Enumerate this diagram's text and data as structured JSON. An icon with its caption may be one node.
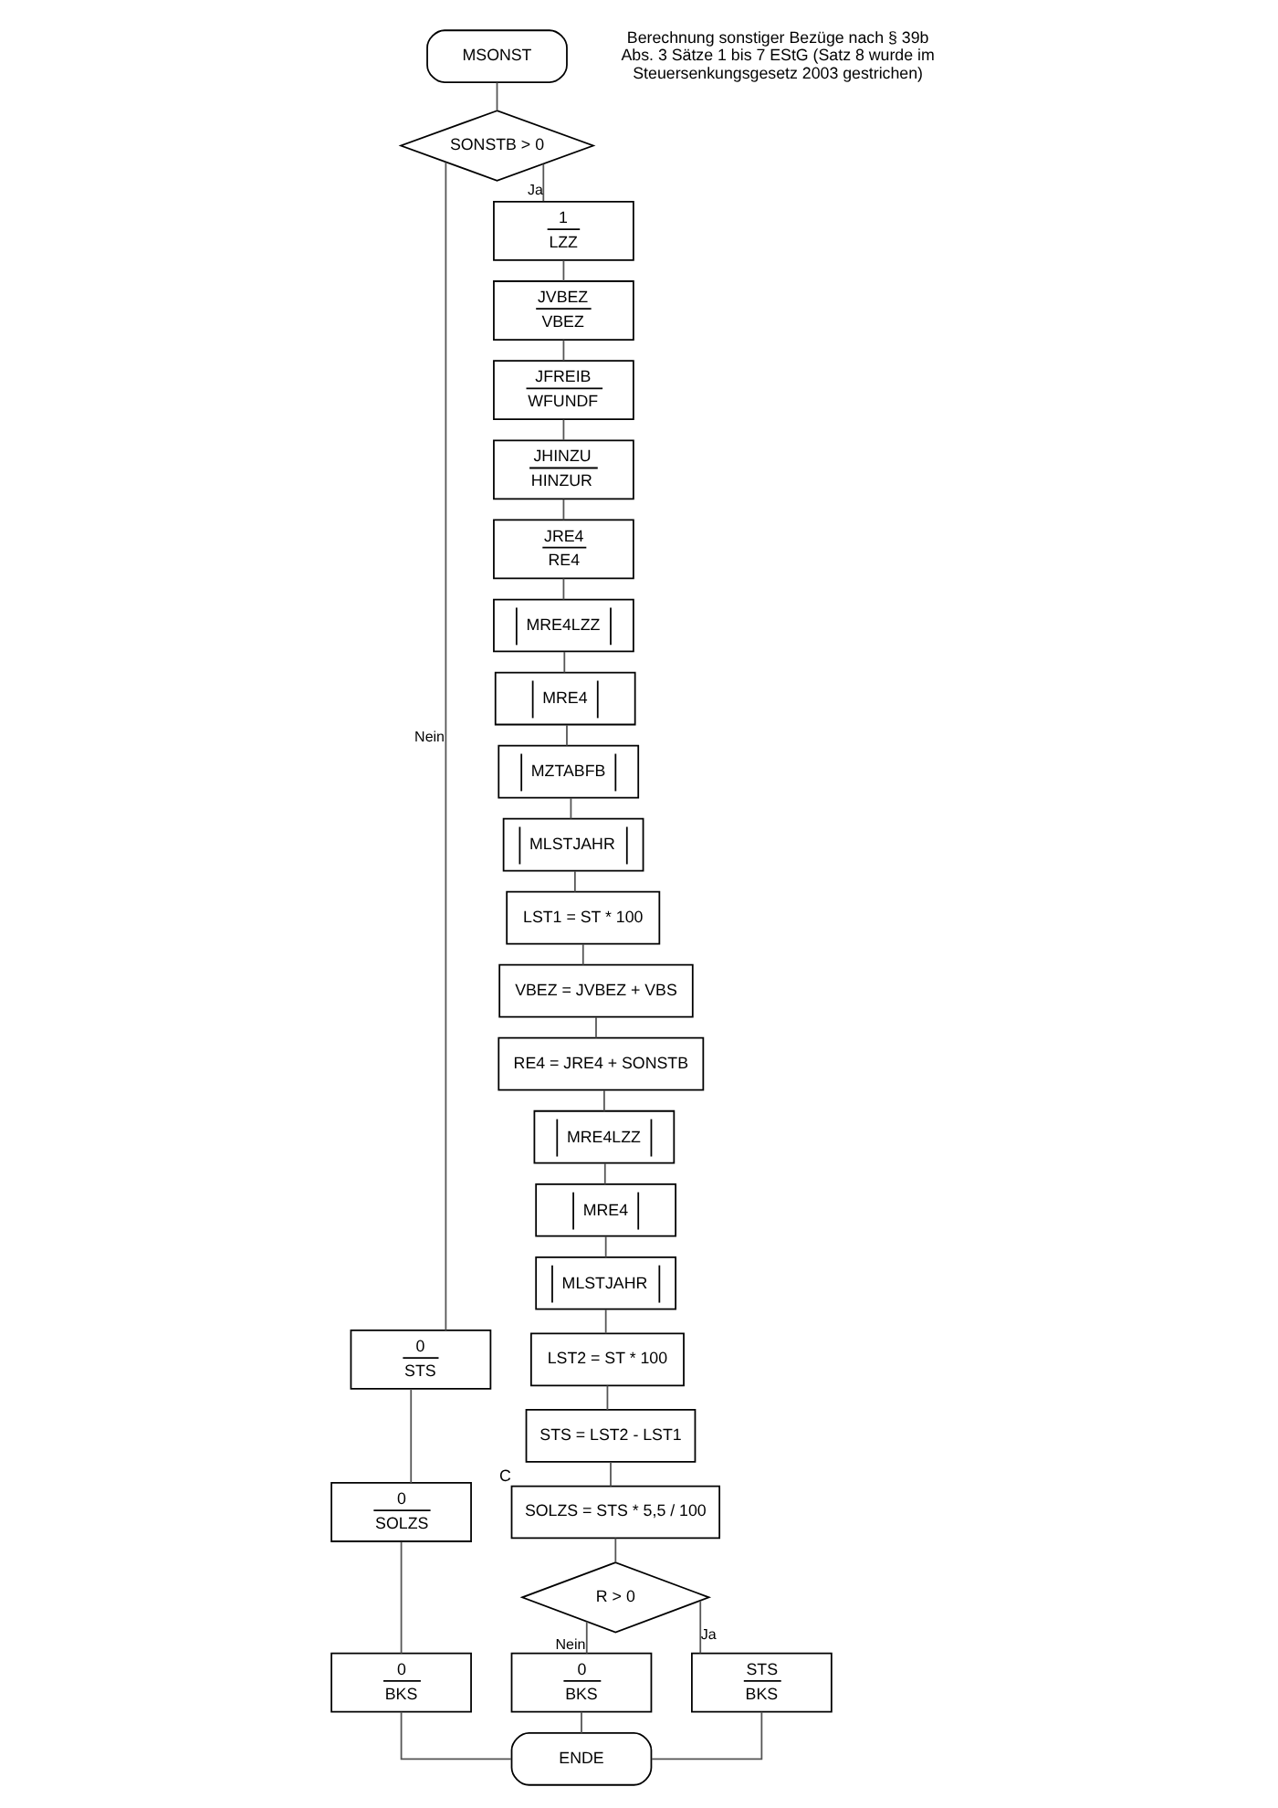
{
  "diagram": {
    "nodes": [
      {
        "text": [
          "MSONST"
        ]
      },
      {
        "text": [
          "SONSTB > 0"
        ]
      },
      {
        "text": [
          "1",
          "LZZ"
        ]
      },
      {
        "text": [
          "JVBEZ",
          "VBEZ"
        ]
      },
      {
        "text": [
          "JFREIB",
          "WFUNDF"
        ]
      },
      {
        "text": [
          "JHINZU",
          "HINZUR"
        ]
      },
      {
        "text": [
          "JRE4",
          "RE4"
        ]
      },
      {
        "text": [
          "MRE4LZZ"
        ]
      },
      {
        "text": [
          "MRE4"
        ]
      },
      {
        "text": [
          "MZTABFB"
        ]
      },
      {
        "text": [
          "MLSTJAHR"
        ]
      },
      {
        "text": [
          "LST1 = ST * 100"
        ]
      },
      {
        "text": [
          "VBEZ = JVBEZ + VBS"
        ]
      },
      {
        "text": [
          "RE4 = JRE4 + SONSTB"
        ]
      },
      {
        "text": [
          "MRE4LZZ"
        ]
      },
      {
        "text": [
          "MRE4"
        ]
      },
      {
        "text": [
          "MLSTJAHR"
        ]
      },
      {
        "text": [
          "LST2 = ST * 100"
        ]
      },
      {
        "text": [
          "STS = LST2 - LST1"
        ]
      },
      {
        "text": [
          "SOLZS = STS * 5,5 / 100"
        ],
        "beside": [
          "C"
        ]
      },
      {
        "text": [
          "R > 0"
        ]
      },
      {
        "text": [
          "0",
          "BKS"
        ]
      },
      {
        "text": [
          "STS",
          "BKS"
        ]
      },
      {
        "text": [
          "0",
          "STS"
        ]
      },
      {
        "text": [
          "0",
          "SOLZS"
        ]
      },
      {
        "text": [
          "0",
          "BKS"
        ]
      },
      {
        "text": [
          "ENDE"
        ]
      }
    ],
    "edges": [
      {
        "from": 0,
        "to": 1,
        "arrow": "none"
      },
      {
        "from": 1,
        "to": 2,
        "arrow": "none",
        "label": "Ja"
      },
      {
        "from": 1,
        "to": 23,
        "arrow": "none",
        "label": "Nein"
      },
      {
        "from": 2,
        "to": 3,
        "arrow": "none"
      },
      {
        "from": 3,
        "to": 4,
        "arrow": "none"
      },
      {
        "from": 4,
        "to": 5,
        "arrow": "none"
      },
      {
        "from": 5,
        "to": 6,
        "arrow": "none"
      },
      {
        "from": 6,
        "to": 7,
        "arrow": "none"
      },
      {
        "from": 7,
        "to": 8,
        "arrow": "none"
      },
      {
        "from": 8,
        "to": 9,
        "arrow": "none"
      },
      {
        "from": 9,
        "to": 10,
        "arrow": "none"
      },
      {
        "from": 10,
        "to": 11,
        "arrow": "none"
      },
      {
        "from": 11,
        "to": 12,
        "arrow": "none"
      },
      {
        "from": 12,
        "to": 13,
        "arrow": "none"
      },
      {
        "from": 13,
        "to": 14,
        "arrow": "none"
      },
      {
        "from": 14,
        "to": 15,
        "arrow": "none"
      },
      {
        "from": 15,
        "to": 16,
        "arrow": "none"
      },
      {
        "from": 16,
        "to": 17,
        "arrow": "none"
      },
      {
        "from": 17,
        "to": 18,
        "arrow": "none"
      },
      {
        "from": 18,
        "to": 19,
        "arrow": "none"
      },
      {
        "from": 19,
        "to": 20,
        "arrow": "none"
      },
      {
        "from": 20,
        "to": 21,
        "arrow": "none",
        "label": "Nein"
      },
      {
        "from": 20,
        "to": 22,
        "arrow": "none",
        "label": "Ja"
      },
      {
        "from": 23,
        "to": 24,
        "arrow": "none"
      },
      {
        "from": 24,
        "to": 25,
        "arrow": "none"
      },
      {
        "from": 25,
        "to": 26,
        "arrow": "none"
      },
      {
        "from": 21,
        "to": 26,
        "arrow": "none"
      },
      {
        "from": 22,
        "to": 26,
        "arrow": "none"
      }
    ],
    "labels": [
      "Berechnung sonstiger Bezüge nach § 39b Abs. 3 Sätze 1 bis 7 EStG (Satz 8 wurde im Steuersenkungsgesetz 2003 gestrichen)"
    ]
  }
}
